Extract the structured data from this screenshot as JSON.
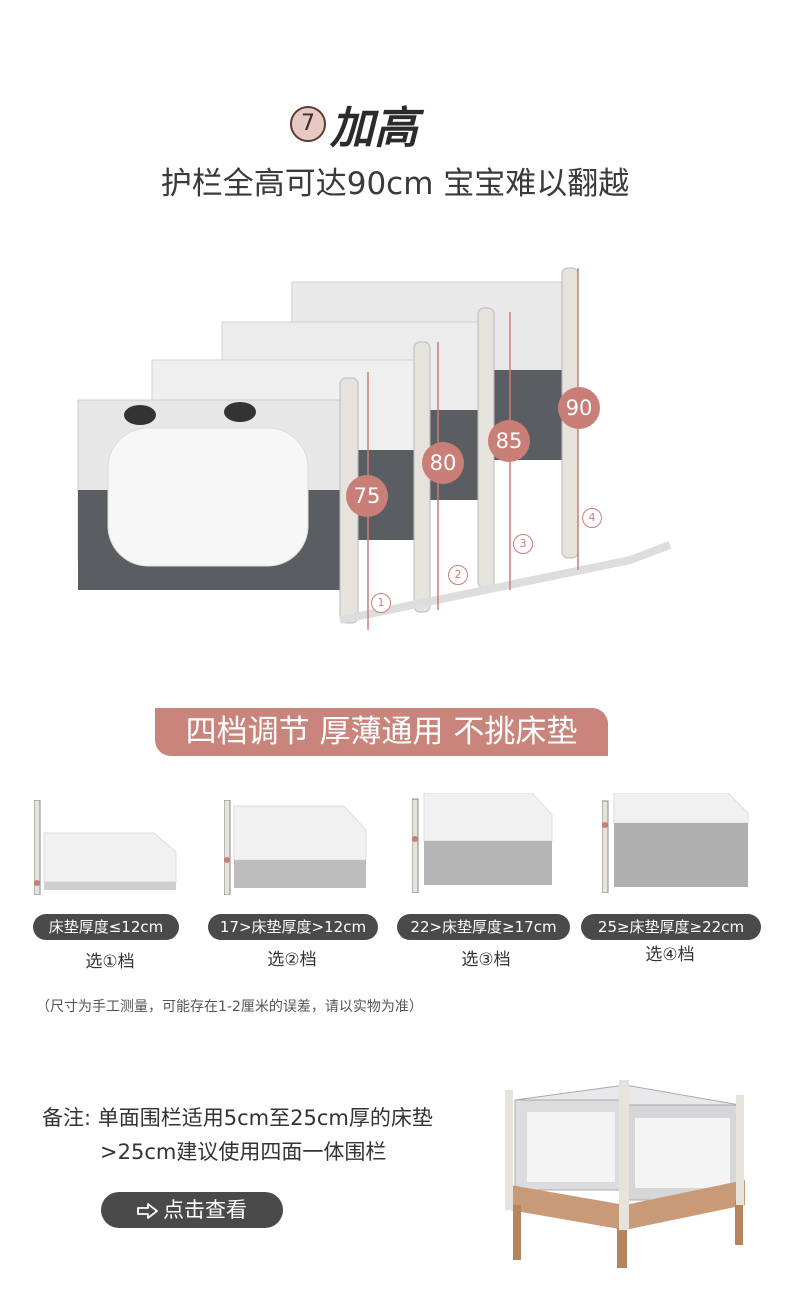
{
  "header": {
    "step_number": "7",
    "title": "加高",
    "subtitle": "护栏全高可达90cm 宝宝难以翻越"
  },
  "heights": {
    "badges": [
      "75",
      "80",
      "85",
      "90"
    ],
    "steps": [
      "1",
      "2",
      "3",
      "4"
    ]
  },
  "banner": {
    "text": "四档调节 厚薄通用 不挑床垫"
  },
  "mattress_options": [
    {
      "label": "床垫厚度≤12cm",
      "choice": "选①档"
    },
    {
      "label": "17>床垫厚度>12cm",
      "choice": "选②档"
    },
    {
      "label": "22>床垫厚度≥17cm",
      "choice": "选③档"
    },
    {
      "label": "25≥床垫厚度≥22cm",
      "choice": "选④档"
    }
  ],
  "disclaimer": "（尺寸为手工测量，可能存在1-2厘米的误差，请以实物为准）",
  "remark": {
    "line1": "备注: 单面围栏适用5cm至25cm厚的床垫",
    "line2": ">25cm建议使用四面一体围栏"
  },
  "cta": {
    "label": "点击查看",
    "icon": "arrow-right-icon"
  },
  "colors": {
    "accent": "#c97e78",
    "dark": "#4a4a4a",
    "fabric_gray": "#5a5d62"
  }
}
